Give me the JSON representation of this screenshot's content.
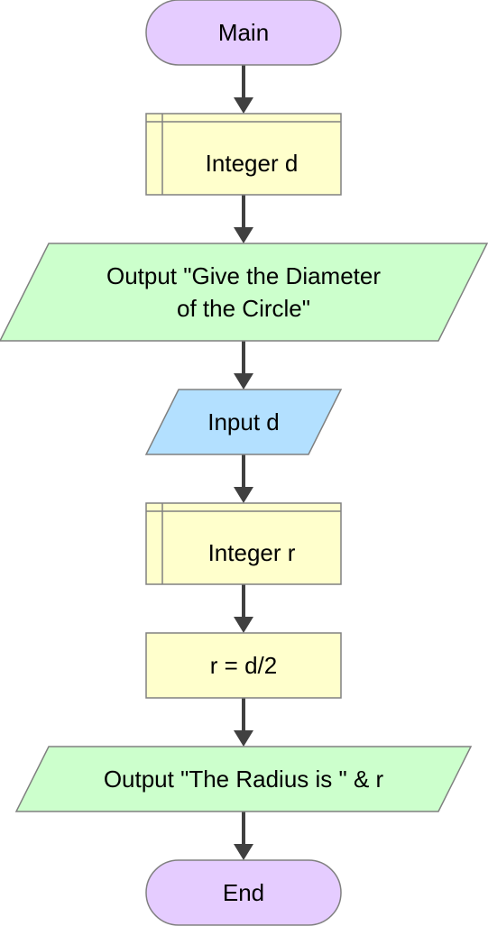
{
  "flowchart": {
    "nodes": [
      {
        "id": "main",
        "type": "terminal",
        "text": "Main",
        "fill": "#e5ccff"
      },
      {
        "id": "declare_d",
        "type": "declare",
        "text": "Integer d",
        "fill": "#ffffcc"
      },
      {
        "id": "output_prompt",
        "type": "output",
        "line1": "Output \"Give the Diameter",
        "line2": "of the Circle\"",
        "fill": "#ccffcc"
      },
      {
        "id": "input_d",
        "type": "input",
        "text": "Input d",
        "fill": "#b3e0ff"
      },
      {
        "id": "declare_r",
        "type": "declare",
        "text": "Integer r",
        "fill": "#ffffcc"
      },
      {
        "id": "assign_r",
        "type": "assign",
        "text": "r = d/2",
        "fill": "#ffffcc"
      },
      {
        "id": "output_result",
        "type": "output",
        "text": "Output \"The Radius is \" & r",
        "fill": "#ccffcc"
      },
      {
        "id": "end",
        "type": "terminal",
        "text": "End",
        "fill": "#e5ccff"
      }
    ],
    "edges": [
      {
        "from": "main",
        "to": "declare_d"
      },
      {
        "from": "declare_d",
        "to": "output_prompt"
      },
      {
        "from": "output_prompt",
        "to": "input_d"
      },
      {
        "from": "input_d",
        "to": "declare_r"
      },
      {
        "from": "declare_r",
        "to": "assign_r"
      },
      {
        "from": "assign_r",
        "to": "output_result"
      },
      {
        "from": "output_result",
        "to": "end"
      }
    ],
    "colors": {
      "stroke": "#808080",
      "arrow": "#404040",
      "text": "#000000"
    }
  }
}
